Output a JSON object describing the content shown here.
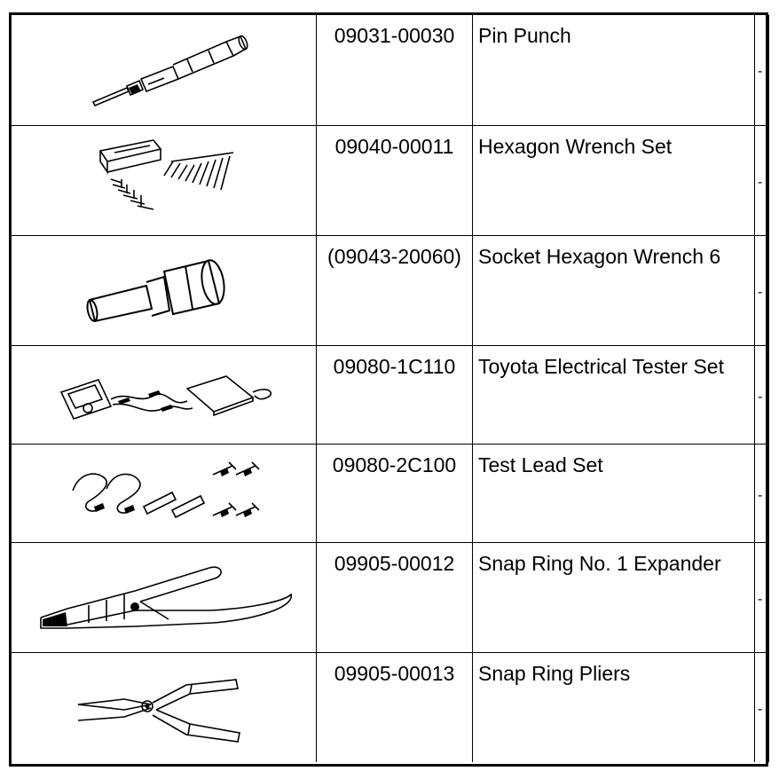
{
  "tools": [
    {
      "part_no": "09031-00030",
      "name": "Pin Punch",
      "icon": "pin-punch-icon",
      "note": "-"
    },
    {
      "part_no": "09040-00011",
      "name": "Hexagon Wrench Set",
      "icon": "hexagon-wrench-set-icon",
      "note": "-"
    },
    {
      "part_no": "(09043-20060)",
      "name": "Socket Hexagon Wrench 6",
      "icon": "socket-hexagon-wrench-icon",
      "note": "-"
    },
    {
      "part_no": "09080-1C110",
      "name": "Toyota Electrical Tester Set",
      "icon": "electrical-tester-set-icon",
      "note": "-"
    },
    {
      "part_no": "09080-2C100",
      "name": "Test Lead Set",
      "icon": "test-lead-set-icon",
      "note": "-"
    },
    {
      "part_no": "09905-00012",
      "name": "Snap Ring No. 1 Expander",
      "icon": "snap-ring-expander-icon",
      "note": "-"
    },
    {
      "part_no": "09905-00013",
      "name": "Snap Ring Pliers",
      "icon": "snap-ring-pliers-icon",
      "note": "-"
    }
  ]
}
